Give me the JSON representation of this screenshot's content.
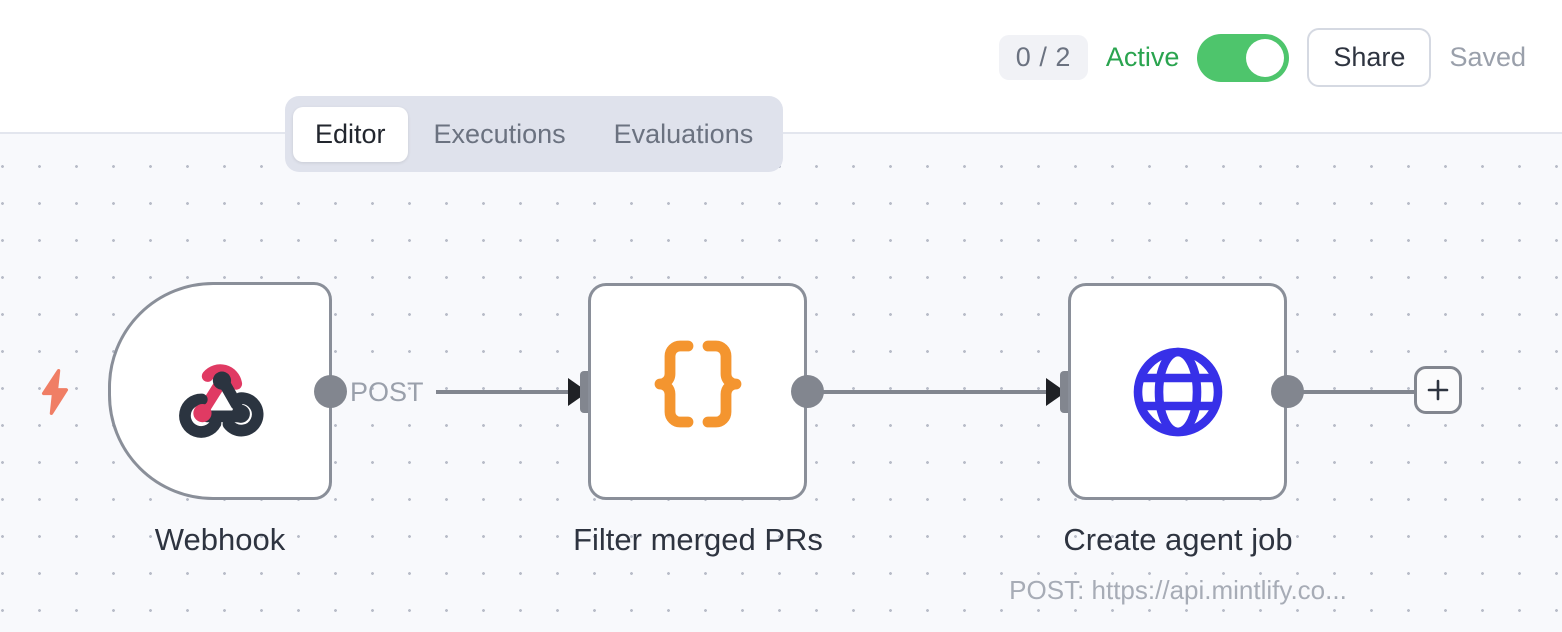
{
  "header": {
    "execution_badge": "0 / 2",
    "active_label": "Active",
    "active_toggle_state": "on",
    "share_label": "Share",
    "saved_label": "Saved",
    "active_color": "#2aa44f",
    "toggle_on_color": "#4ec56c"
  },
  "tabs": [
    {
      "label": "Editor",
      "active": true
    },
    {
      "label": "Executions",
      "active": false
    },
    {
      "label": "Evaluations",
      "active": false
    }
  ],
  "canvas": {
    "background": "#f8f9fc",
    "dot_color": "#b9bdc9"
  },
  "nodes": [
    {
      "id": "webhook",
      "label": "Webhook",
      "sublabel": "",
      "icon": "webhook-icon",
      "icon_colors": [
        "#e03a63",
        "#2b3440"
      ],
      "shape": "trigger"
    },
    {
      "id": "filter",
      "label": "Filter merged PRs",
      "sublabel": "",
      "icon": "curly-braces-icon",
      "icon_colors": [
        "#f4952f"
      ],
      "shape": "rounded-square"
    },
    {
      "id": "http",
      "label": "Create agent job",
      "sublabel": "POST: https://api.mintlify.co...",
      "icon": "globe-icon",
      "icon_colors": [
        "#3730e8"
      ],
      "shape": "rounded-square"
    }
  ],
  "edges": [
    {
      "from": "webhook",
      "to": "filter",
      "label": "POST"
    },
    {
      "from": "filter",
      "to": "http",
      "label": ""
    }
  ],
  "trigger_indicator": {
    "icon": "lightning-bolt-icon",
    "color": "#f07e65"
  },
  "add_node_button": {
    "icon": "plus-icon"
  }
}
